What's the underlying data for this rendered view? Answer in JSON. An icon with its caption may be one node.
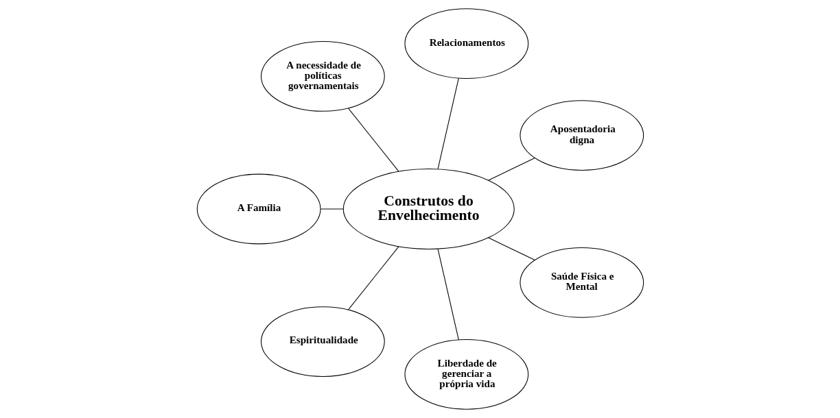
{
  "diagram": {
    "nodes": [
      {
        "text": [
          "Aposentadoria digna"
        ]
      },
      {
        "text": [
          "Relacionamentos"
        ]
      },
      {
        "text": [
          "A necessidade de políticas governamentais"
        ]
      },
      {
        "text": [
          "Construtos do Envelhecimento"
        ]
      },
      {
        "text": [
          "A Família"
        ]
      },
      {
        "text": [
          "Espiritualidade"
        ]
      },
      {
        "text": [
          "Liberdade de gerenciar a própria vida"
        ]
      },
      {
        "text": [
          "Saúde Física e Mental"
        ]
      }
    ],
    "edges": [
      {
        "from": 3,
        "to": 0,
        "arrow": "none"
      },
      {
        "from": 3,
        "to": 1,
        "arrow": "none"
      },
      {
        "from": 3,
        "to": 2,
        "arrow": "none"
      },
      {
        "from": 3,
        "to": 4,
        "arrow": "none"
      },
      {
        "from": 3,
        "to": 5,
        "arrow": "none"
      },
      {
        "from": 3,
        "to": 6,
        "arrow": "none"
      },
      {
        "from": 3,
        "to": 7,
        "arrow": "none"
      }
    ]
  }
}
